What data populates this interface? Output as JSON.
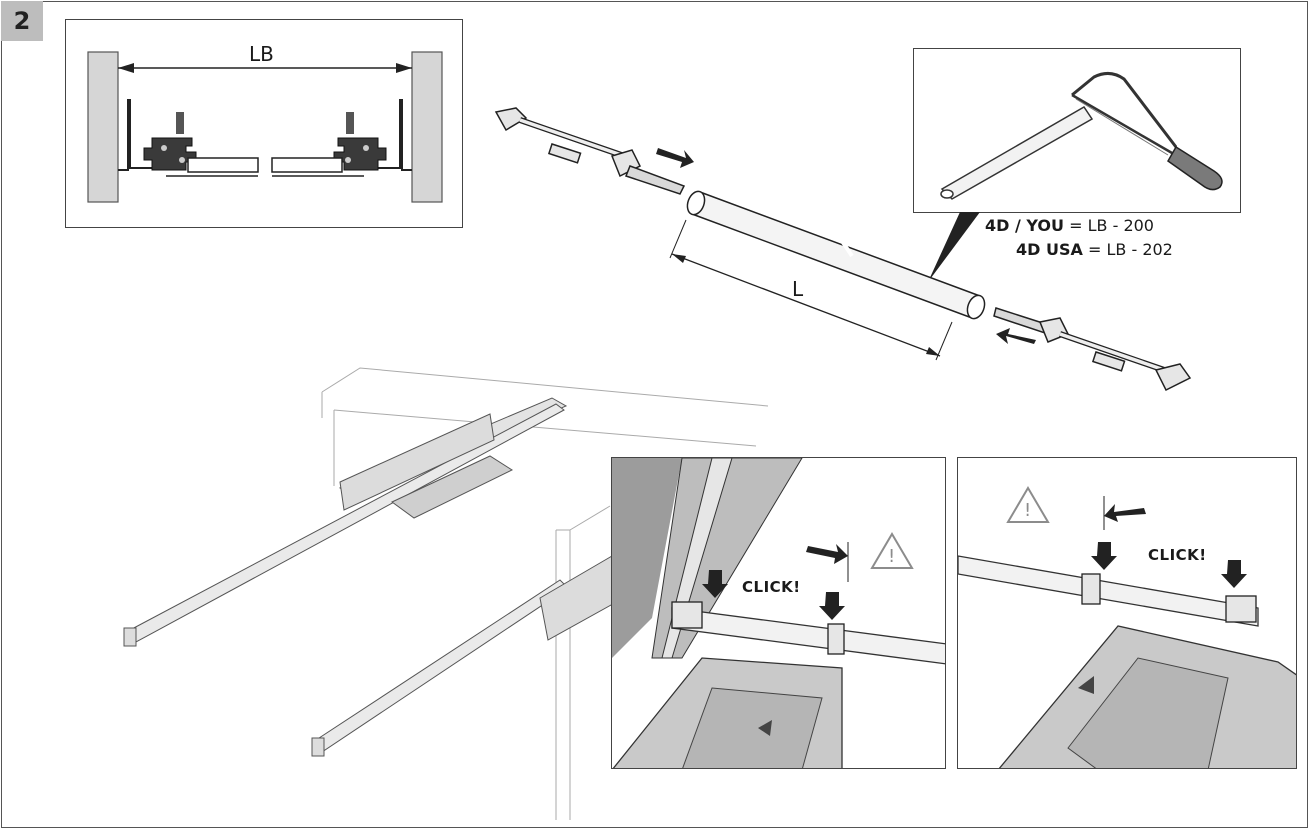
{
  "step_number": "2",
  "dimension_labels": {
    "lb": "LB",
    "l": "L"
  },
  "formulas": [
    {
      "product": "4D / YOU",
      "expression": "= LB - 200"
    },
    {
      "product": "4D USA",
      "expression": "= LB - 202"
    }
  ],
  "callouts": {
    "click_left": "CLICK!",
    "click_right": "CLICK!",
    "warning_symbol": "!"
  },
  "colors": {
    "frame": "#555555",
    "step_badge": "#bdbdbd",
    "part_fill": "#d9d9d9",
    "dark_part": "#4d4d4d",
    "warning": "#8c8c8c"
  }
}
